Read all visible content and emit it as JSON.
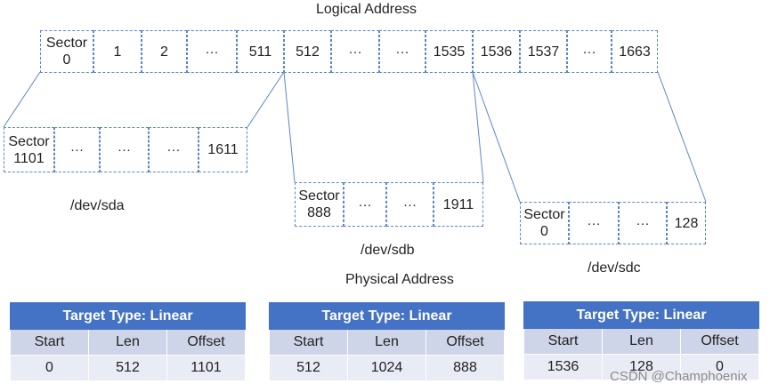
{
  "title_logical": "Logical Address",
  "title_physical": "Physical Address",
  "logical_cells": [
    "Sector\n0",
    "1",
    "2",
    "···",
    "511",
    "512",
    "···",
    "···",
    "1535",
    "1536",
    "1537",
    "···",
    "1663"
  ],
  "devices": {
    "sda": {
      "label": "/dev/sda",
      "cells": [
        "Sector\n1101",
        "···",
        "···",
        "···",
        "1611"
      ]
    },
    "sdb": {
      "label": "/dev/sdb",
      "cells": [
        "Sector\n888",
        "···",
        "···",
        "1911"
      ]
    },
    "sdc": {
      "label": "/dev/sdc",
      "cells": [
        "Sector\n0",
        "···",
        "···",
        "128"
      ]
    }
  },
  "tables": [
    {
      "title": "Target Type: Linear",
      "headers": [
        "Start",
        "Len",
        "Offset"
      ],
      "row": [
        "0",
        "512",
        "1101"
      ]
    },
    {
      "title": "Target Type: Linear",
      "headers": [
        "Start",
        "Len",
        "Offset"
      ],
      "row": [
        "512",
        "1024",
        "888"
      ]
    },
    {
      "title": "Target Type: Linear",
      "headers": [
        "Start",
        "Len",
        "Offset"
      ],
      "row": [
        "1536",
        "128",
        "0"
      ]
    }
  ],
  "watermark": "CSDN @Champhoenix",
  "colors": {
    "cell_border": "#5b86c5",
    "table_header": "#4472c4",
    "table_subheader": "#cfd5e8",
    "table_row": "#e9ebf5"
  }
}
